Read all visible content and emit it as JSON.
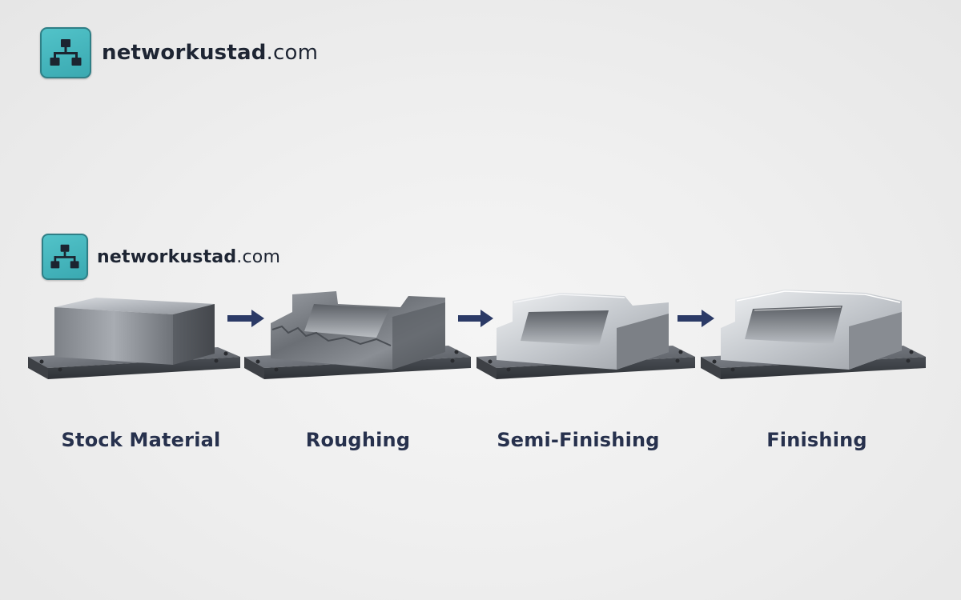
{
  "brand": {
    "name_bold": "networkustad",
    "name_suffix": ".com",
    "icon": "network-hierarchy-icon",
    "accent_color": "#3fb3ba"
  },
  "stages": [
    {
      "label": "Stock Material"
    },
    {
      "label": "Roughing"
    },
    {
      "label": "Semi-Finishing"
    },
    {
      "label": "Finishing"
    }
  ],
  "arrow_icon": "right-arrow-icon",
  "arrow_color": "#2b3a66",
  "label_color": "#27314d"
}
